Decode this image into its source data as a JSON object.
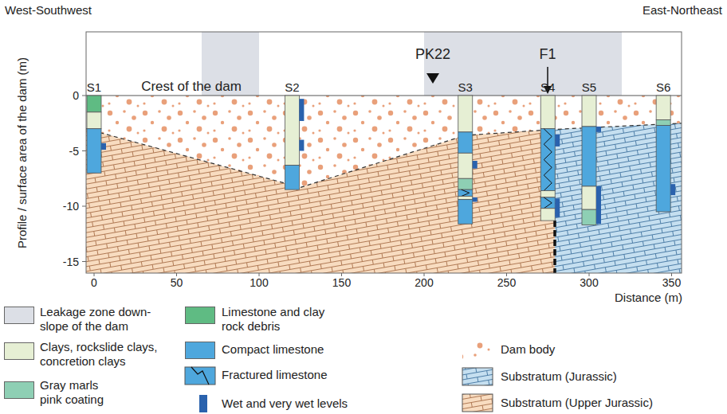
{
  "diagram": {
    "labels": [
      "West-Southwest",
      "East-Northeast",
      "PK22",
      "F1",
      "Crest of the dam",
      "S1",
      "S2",
      "S3",
      "S4",
      "S5",
      "S6",
      "Profile / surface area of the dam (m)",
      "0",
      "-5",
      "-10",
      "-15",
      "0",
      "50",
      "100",
      "150",
      "200",
      "250",
      "300",
      "350",
      "Distance (m)"
    ],
    "legend": [
      {
        "text": "Leakage zone down-slope of the dam",
        "color": "#dcdfe6"
      },
      {
        "text": "Clays, rockslide clays, concretion clays",
        "color": "#e6efd4"
      },
      {
        "text": "Gray marls pink coating",
        "color": "#8ecfb4"
      },
      {
        "text": "Limestone and clay rock debris",
        "color": "#5fbb83"
      },
      {
        "text": "Compact limestone",
        "color": "#4ea7dd"
      },
      {
        "text": "Fractured limestone"
      },
      {
        "text": "Wet and very wet levels",
        "color": "#2a62ad"
      },
      {
        "text": "Dam body"
      },
      {
        "text": "Substratum (Jurassic)"
      },
      {
        "text": "Substratum (Upper Jurassic)"
      }
    ]
  }
}
